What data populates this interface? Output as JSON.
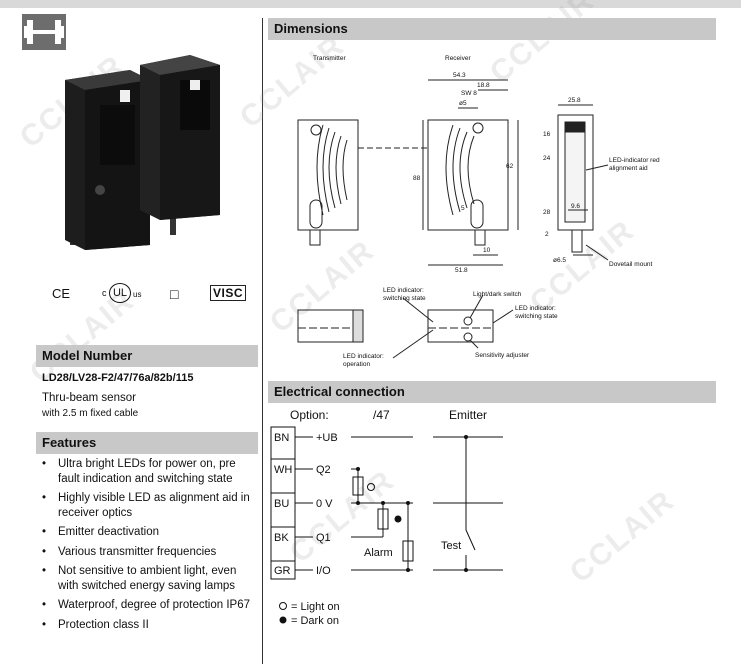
{
  "watermark": "CCLAIR",
  "certifications": {
    "ce": "CE",
    "ul_prefix": "c",
    "ul": "UL",
    "ul_suffix": "us",
    "class_ii": "□",
    "visc": "VISC"
  },
  "model": {
    "header": "Model Number",
    "number": "LD28/LV28-F2/47/76a/82b/115",
    "description": "Thru-beam sensor",
    "cable": "with 2.5 m fixed cable"
  },
  "features": {
    "header": "Features",
    "items": [
      [
        "Ultra bright LEDs for power on, pre",
        "fault indication and switching state"
      ],
      [
        "Highly visible LED as alignment aid in",
        "receiver optics"
      ],
      [
        "Emitter deactivation"
      ],
      [
        "Various transmitter frequencies"
      ],
      [
        "Not sensitive to ambient light, even",
        "with switched energy saving lamps"
      ],
      [
        "Waterproof, degree of protection IP67"
      ],
      [
        "Protection class II"
      ]
    ]
  },
  "dimensions": {
    "header": "Dimensions",
    "transmitter": "Transmitter",
    "receiver": "Receiver",
    "d54_3": "54.3",
    "d18_8": "18.8",
    "sw8": "SW 8",
    "d_o5": "ø5",
    "d25_8": "25.8",
    "d16": "16",
    "d62": "62",
    "d88": "88",
    "d24": "24",
    "d5": "5",
    "d28": "28",
    "d9_6": "9.6",
    "d2": "2",
    "d10": "10",
    "d51_8": "51.8",
    "d6_5": "ø6.5",
    "led_red": "LED-indicator red",
    "alignment": "alignment aid",
    "dovetail": "Dovetail mount",
    "led_switch_1": "LED indicator:",
    "led_switch_2": "switching state",
    "light_dark": "Light/dark switch",
    "led_sw_r1": "LED indicator:",
    "led_sw_r2": "switching state",
    "led_op_1": "LED indicator:",
    "led_op_2": "operation",
    "sensitivity": "Sensitivity adjuster"
  },
  "electrical": {
    "header": "Electrical connection",
    "option": "Option:",
    "opt47": "/47",
    "emitter": "Emitter",
    "wires": [
      "BN",
      "WH",
      "BU",
      "BK",
      "GR"
    ],
    "signals": [
      "+UB",
      "Q2",
      "0 V",
      "Q1",
      "I/O"
    ],
    "alarm": "Alarm",
    "test": "Test",
    "light_on": "= Light on",
    "dark_on": "= Dark on"
  }
}
